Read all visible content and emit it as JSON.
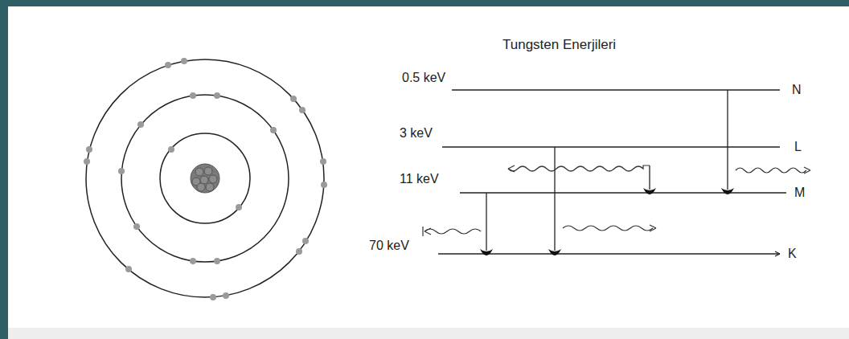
{
  "diagram": {
    "title": "Tungsten Enerjileri",
    "labels": [
      "0.5 keV",
      "3 keV",
      "11 keV",
      "70 keV",
      "N",
      "L",
      "M",
      "K"
    ]
  }
}
